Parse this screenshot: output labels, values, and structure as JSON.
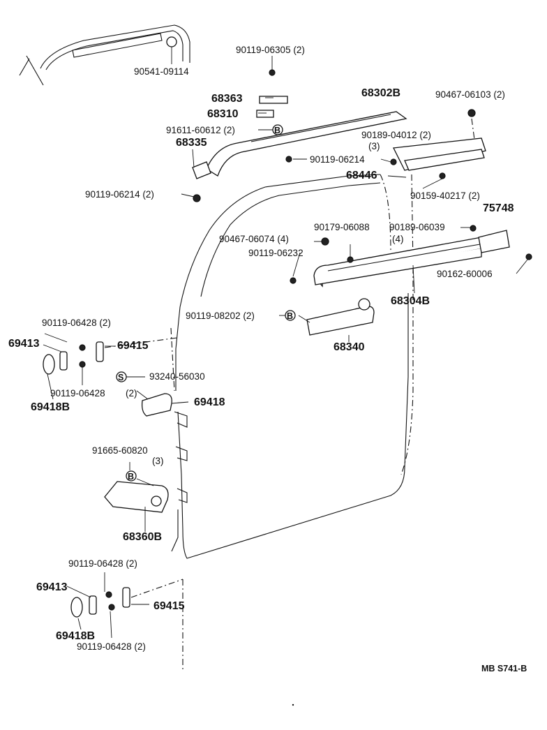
{
  "diagram_ref": "MB S741-B",
  "colors": {
    "line": "#111111",
    "background": "#ffffff"
  },
  "callouts": [
    {
      "id": "c1",
      "text": "90119-06305 (2)"
    },
    {
      "id": "c2",
      "text": "90541-09114"
    },
    {
      "id": "c3",
      "text": "68363"
    },
    {
      "id": "c4",
      "text": "68302B"
    },
    {
      "id": "c5",
      "text": "90467-06103 (2)"
    },
    {
      "id": "c6",
      "text": "68310"
    },
    {
      "id": "c7",
      "text": "91611-60612 (2)"
    },
    {
      "id": "c8",
      "text": "90189-04012 (2)"
    },
    {
      "id": "c9",
      "text": "(3)"
    },
    {
      "id": "c10",
      "text": "68335"
    },
    {
      "id": "c11",
      "text": "90119-06214"
    },
    {
      "id": "c12",
      "text": "68446"
    },
    {
      "id": "c13",
      "text": "90119-06214 (2)"
    },
    {
      "id": "c14",
      "text": "90159-40217 (2)"
    },
    {
      "id": "c15",
      "text": "75748"
    },
    {
      "id": "c16",
      "text": "90179-06088"
    },
    {
      "id": "c17",
      "text": "90189-06039"
    },
    {
      "id": "c18",
      "text": "90467-06074 (4)"
    },
    {
      "id": "c19",
      "text": "(4)"
    },
    {
      "id": "c20",
      "text": "90119-06232"
    },
    {
      "id": "c21",
      "text": "90162-60006"
    },
    {
      "id": "c22",
      "text": "68304B"
    },
    {
      "id": "c23",
      "text": "90119-08202 (2)"
    },
    {
      "id": "c24",
      "text": "90119-06428 (2)"
    },
    {
      "id": "c25",
      "text": "69413"
    },
    {
      "id": "c26",
      "text": "69415"
    },
    {
      "id": "c27",
      "text": "68340"
    },
    {
      "id": "c28",
      "text": "93240-56030"
    },
    {
      "id": "c29",
      "text": "90119-06428"
    },
    {
      "id": "c30",
      "text": "(2)"
    },
    {
      "id": "c31",
      "text": "69418B"
    },
    {
      "id": "c32",
      "text": "69418"
    },
    {
      "id": "c33",
      "text": "91665-60820"
    },
    {
      "id": "c34",
      "text": "(3)"
    },
    {
      "id": "c35",
      "text": "68360B"
    },
    {
      "id": "c36",
      "text": "90119-06428 (2)"
    },
    {
      "id": "c37",
      "text": "69413"
    },
    {
      "id": "c38",
      "text": "69415"
    },
    {
      "id": "c39",
      "text": "69418B"
    },
    {
      "id": "c40",
      "text": "90119-06428 (2)"
    }
  ],
  "symbol_labels": {
    "b": "B",
    "s": "S"
  }
}
